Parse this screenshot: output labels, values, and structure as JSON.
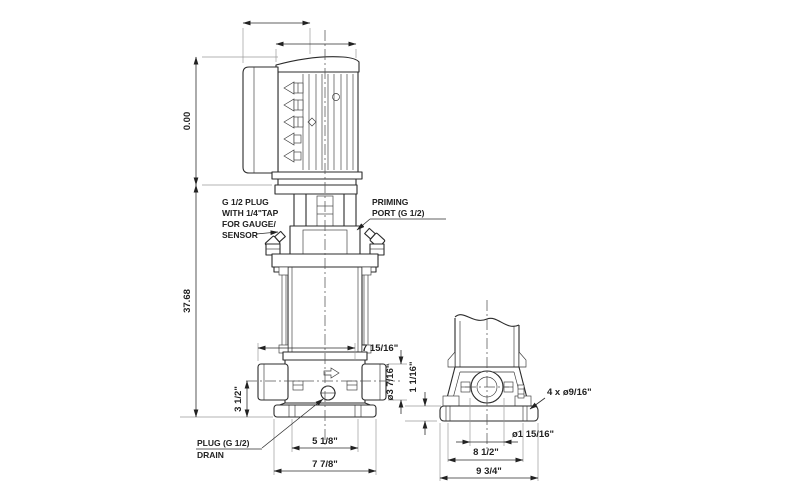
{
  "front_view": {
    "dimensions": {
      "ref_top": "0.00",
      "total_height": "37.68",
      "port_face_width": "7 15/16\"",
      "port_flange_diameter": "ø3 7/16\"",
      "port_centerline_height": "3 1/2\"",
      "base_bolt_spacing": "5 1/8\"",
      "base_width": "7 7/8\""
    },
    "labels": {
      "gauge_plug_lines": [
        "G 1/2 PLUG",
        "WITH 1/4\"TAP",
        "FOR GAUGE/",
        "SENSOR"
      ],
      "priming_port_lines": [
        "PRIMING",
        "PORT (G 1/2)"
      ],
      "drain_plug_lines": [
        "PLUG (G 1/2)",
        "DRAIN"
      ]
    }
  },
  "side_view": {
    "dimensions": {
      "base_plate_thickness": "1 1/16\"",
      "bolt_holes": "4 x ø9/16\"",
      "port_bore_diameter": "ø1 15/16\"",
      "bolt_hole_spacing": "8 1/2\"",
      "base_plate_length": "9 3/4\""
    }
  }
}
